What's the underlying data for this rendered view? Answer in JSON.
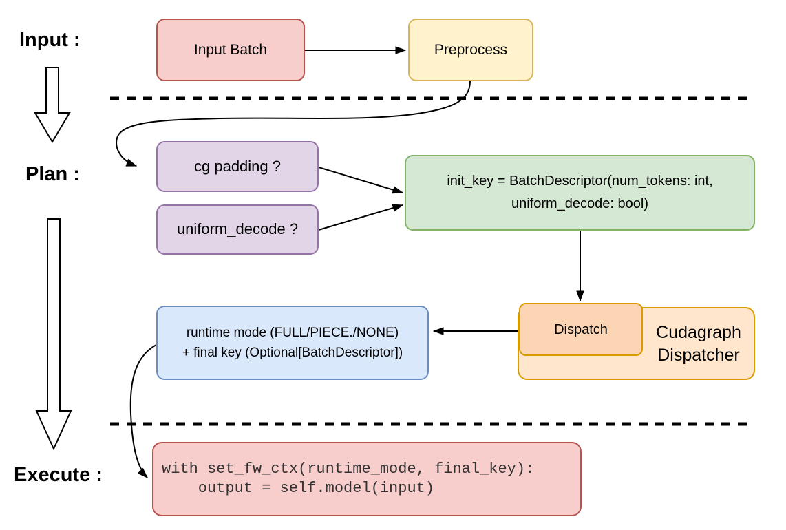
{
  "stage_labels": {
    "input": "Input :",
    "plan": "Plan :",
    "execute": "Execute :"
  },
  "boxes": {
    "input_batch": {
      "label": "Input Batch"
    },
    "preprocess": {
      "label": "Preprocess"
    },
    "cg_padding": {
      "label": "cg padding ?"
    },
    "uniform_decode": {
      "label": "uniform_decode ?"
    },
    "init_key": {
      "line1": "init_key = BatchDescriptor(num_tokens: int,",
      "line2": "uniform_decode: bool)"
    },
    "dispatch": {
      "label": "Dispatch"
    },
    "cudagraph_dispatcher": {
      "line1": "Cudagraph",
      "line2": "Dispatcher"
    },
    "runtime_mode": {
      "line1": "runtime mode (FULL/PIECE./NONE)",
      "line2": "+ final key (Optional[BatchDescriptor])"
    },
    "execute_code": {
      "line1": "with set_fw_ctx(runtime_mode, final_key):",
      "line2": "    output = self.model(input)"
    }
  },
  "edges": [
    {
      "from": "input_batch",
      "to": "preprocess"
    },
    {
      "from": "preprocess",
      "to": "cg_padding"
    },
    {
      "from": "cg_padding",
      "to": "init_key"
    },
    {
      "from": "uniform_decode",
      "to": "init_key"
    },
    {
      "from": "init_key",
      "to": "dispatch"
    },
    {
      "from": "dispatch",
      "to": "runtime_mode"
    },
    {
      "from": "runtime_mode",
      "to": "execute_code"
    }
  ],
  "colors": {
    "red_fill": "#f8cecc",
    "red_stroke": "#b85450",
    "yellow_fill": "#fff2cc",
    "yellow_stroke": "#d6b656",
    "purple_fill": "#e1d5e7",
    "purple_stroke": "#9673a6",
    "green_fill": "#d5e8d4",
    "green_stroke": "#82b366",
    "blue_fill": "#dae8fc",
    "blue_stroke": "#6c8ebf",
    "orange_fill": "#ffe6cc",
    "orange_stroke": "#d79b00",
    "dispatch_fill": "#fcd5b5",
    "connector": "#000000",
    "background": "#ffffff"
  }
}
